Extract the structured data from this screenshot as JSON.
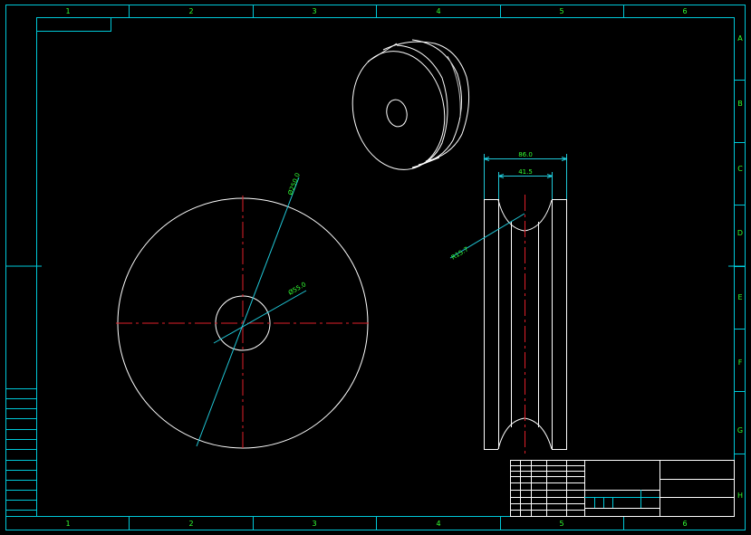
{
  "colors": {
    "background": "#000000",
    "frame": "#00c8d8",
    "geometry": "#ffffff",
    "centerline": "#e0202a",
    "dimension": "#20c8d8",
    "dimension_text": "#33ff33"
  },
  "zones": {
    "columns": [
      "1",
      "2",
      "3",
      "4",
      "5",
      "6"
    ],
    "rows": [
      "A",
      "B",
      "C",
      "D",
      "E",
      "F",
      "G",
      "H"
    ]
  },
  "dimensions": {
    "outer_diameter": "Ø250.0",
    "bore_diameter": "Ø55.0",
    "overall_width": "86.0",
    "groove_width": "41.5",
    "groove_radius": "R15.7"
  }
}
